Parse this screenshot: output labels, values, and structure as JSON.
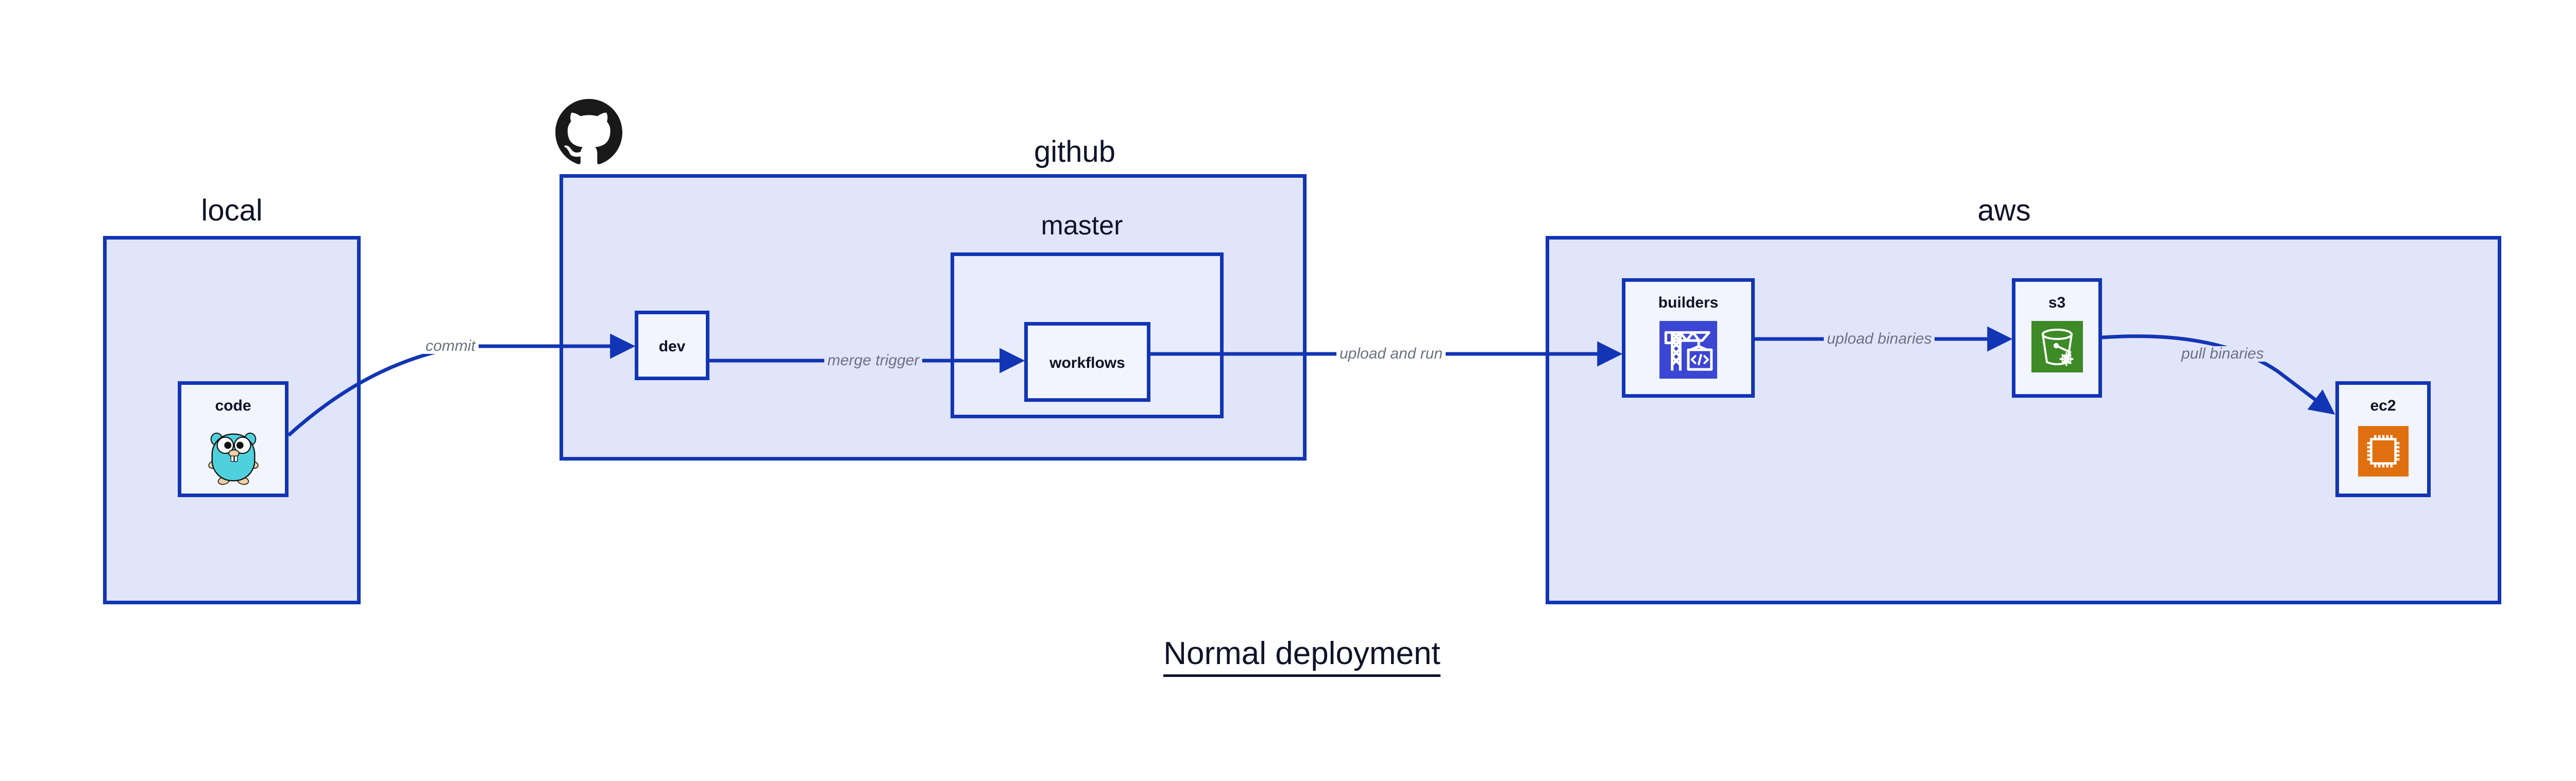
{
  "diagram": {
    "title": "Normal deployment",
    "accent_border": "#1235b5",
    "group_fill": "#e1e5f9",
    "subgroup_fill": "#e9edfb",
    "node_fill": "#f2f5fe",
    "label_color": "#101228",
    "edge_label_color": "#6b7280"
  },
  "groups": [
    {
      "id": "local",
      "label": "local"
    },
    {
      "id": "github",
      "label": "github"
    },
    {
      "id": "aws",
      "label": "aws"
    }
  ],
  "subgroups": [
    {
      "id": "master",
      "label": "master",
      "parent": "github"
    }
  ],
  "nodes": [
    {
      "id": "code",
      "label": "code",
      "icon": "go-gopher-icon",
      "parent": "local"
    },
    {
      "id": "dev",
      "label": "dev",
      "icon": null,
      "parent": "github"
    },
    {
      "id": "workflows",
      "label": "workflows",
      "icon": null,
      "parent": "master"
    },
    {
      "id": "builders",
      "label": "builders",
      "icon": "aws-codebuild-crane-icon",
      "parent": "aws",
      "icon_color": "#3b46d4"
    },
    {
      "id": "s3",
      "label": "s3",
      "icon": "aws-s3-bucket-icon",
      "parent": "aws",
      "icon_color": "#3d8a27"
    },
    {
      "id": "ec2",
      "label": "ec2",
      "icon": "aws-ec2-chip-icon",
      "parent": "aws",
      "icon_color": "#e0700f"
    }
  ],
  "edges": [
    {
      "id": "commit",
      "label": "commit",
      "from": "code",
      "to": "dev"
    },
    {
      "id": "merge-trigger",
      "label": "merge trigger",
      "from": "dev",
      "to": "workflows"
    },
    {
      "id": "upload-and-run",
      "label": "upload and run",
      "from": "workflows",
      "to": "builders"
    },
    {
      "id": "upload-binaries",
      "label": "upload binaries",
      "from": "builders",
      "to": "s3"
    },
    {
      "id": "pull-binaries",
      "label": "pull binaries",
      "from": "s3",
      "to": "ec2"
    }
  ],
  "logos": [
    {
      "id": "github-octocat",
      "name": "github-octocat-icon",
      "color": "#191919"
    }
  ]
}
